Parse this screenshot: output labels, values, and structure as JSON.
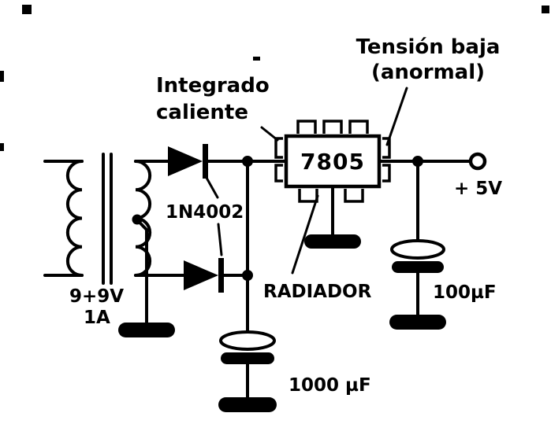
{
  "figure": {
    "type": "schematic",
    "description": "7805 5V regulated power supply circuit diagram",
    "background": "#ffffff",
    "ink": "#000000"
  },
  "annotations": {
    "low_voltage_line1": "Tensión baja",
    "low_voltage_line2": "(anormal)",
    "hot_ic_line1": "Integrado",
    "hot_ic_line2": "caliente"
  },
  "components": {
    "regulator_label": "7805",
    "diode_label": "1N4002",
    "heatsink_label": "RADIADOR",
    "filter_capacitor_label": "1000 µF",
    "output_capacitor_label": "100µF",
    "output_voltage_label": "+ 5V",
    "transformer_voltage_label": "9+9V",
    "transformer_current_label": "1A"
  }
}
